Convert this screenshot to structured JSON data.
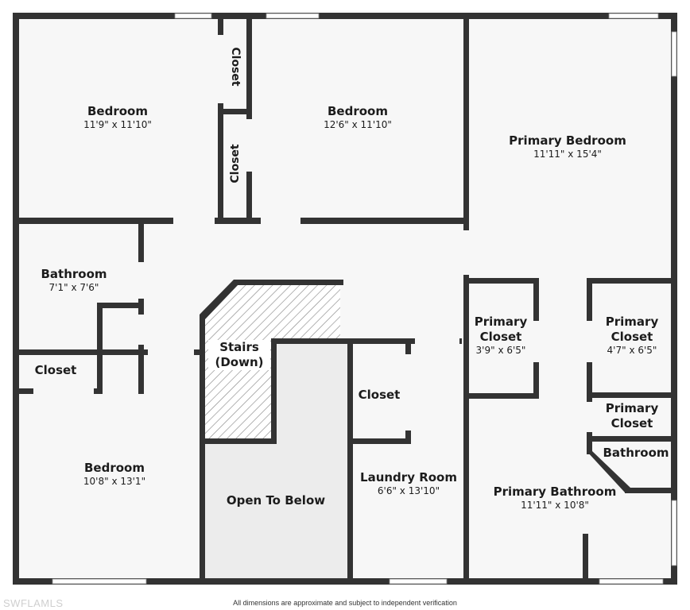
{
  "rooms": {
    "bedroom_1": {
      "name": "Bedroom",
      "dim": "11'9\" x 11'10\""
    },
    "bedroom_2": {
      "name": "Bedroom",
      "dim": "12'6\" x 11'10\""
    },
    "primary_bedroom": {
      "name": "Primary Bedroom",
      "dim": "11'11\" x 15'4\""
    },
    "bathroom": {
      "name": "Bathroom",
      "dim": "7'1\" x 7'6\""
    },
    "closet_top_a": {
      "name": "Closet"
    },
    "closet_top_b": {
      "name": "Closet"
    },
    "closet_left": {
      "name": "Closet"
    },
    "stairs": {
      "name_line1": "Stairs",
      "name_line2": "(Down)"
    },
    "closet_mid": {
      "name": "Closet"
    },
    "primary_closet_1": {
      "name_line1": "Primary",
      "name_line2": "Closet",
      "dim": "3'9\" x 6'5\""
    },
    "primary_closet_2": {
      "name_line1": "Primary",
      "name_line2": "Closet",
      "dim": "4'7\" x 6'5\""
    },
    "primary_closet_3": {
      "name_line1": "Primary",
      "name_line2": "Closet"
    },
    "small_bathroom": {
      "name": "Bathroom"
    },
    "bedroom_3": {
      "name": "Bedroom",
      "dim": "10'8\" x 13'1\""
    },
    "open_to_below": {
      "name": "Open To Below"
    },
    "laundry": {
      "name": "Laundry Room",
      "dim": "6'6\" x 13'10\""
    },
    "primary_bathroom": {
      "name": "Primary Bathroom",
      "dim": "11'11\" x 10'8\""
    }
  },
  "footer": {
    "watermark": "SWFLAMLS",
    "disclaimer": "All dimensions are approximate and subject to independent verification"
  },
  "colors": {
    "wall": "#333333",
    "floor": "#f7f7f7",
    "open_area": "#ececec",
    "window": "#ffffff"
  }
}
